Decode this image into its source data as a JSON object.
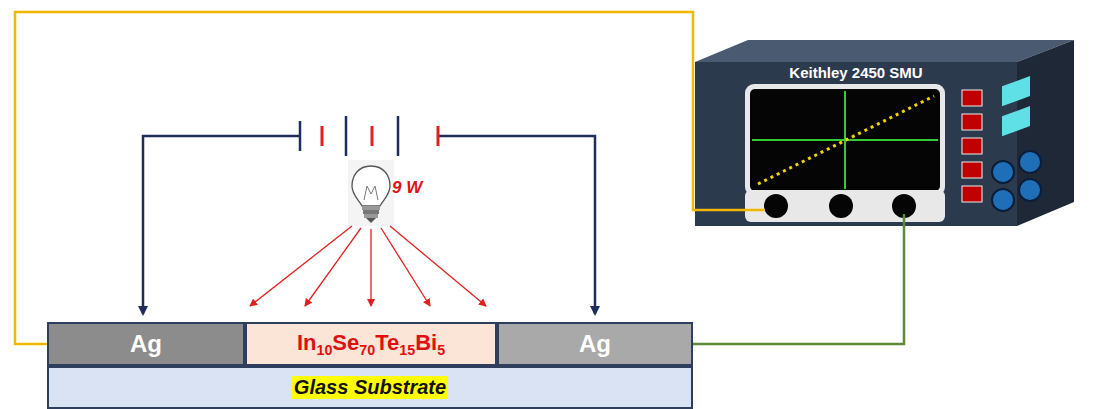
{
  "diagram": {
    "nodes": [
      {
        "text": [
          "Ag"
        ]
      },
      {
        "text": [
          "In10Se70Te15Bi5"
        ]
      },
      {
        "text": [
          "Ag"
        ]
      },
      {
        "text": [
          "Glass Substrate"
        ]
      },
      {
        "text": [
          "Keithley 2450 SMU"
        ]
      }
    ],
    "edges": [
      {
        "from": 0,
        "to": 4,
        "arrow": "none"
      },
      {
        "from": 2,
        "to": 4,
        "arrow": "none"
      }
    ],
    "labels": [
      "9 W"
    ]
  }
}
